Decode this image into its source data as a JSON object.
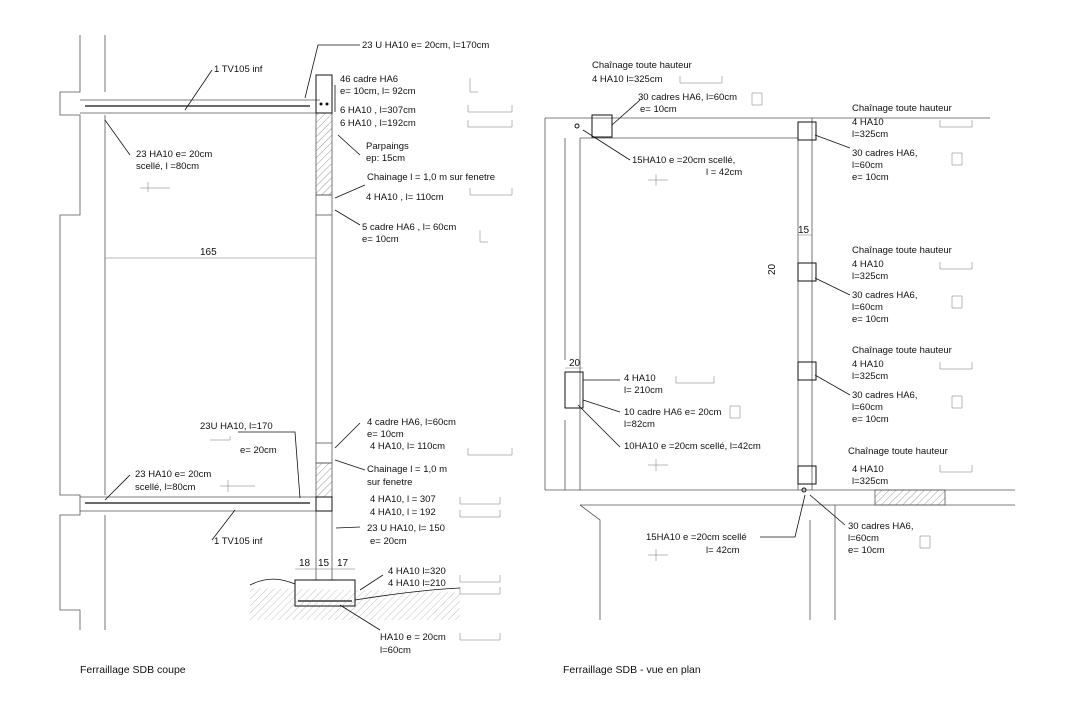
{
  "captions": {
    "left": "Ferraillage SDB coupe",
    "right": "Ferraillage SDB -  vue en plan"
  },
  "left": {
    "l1": "23 U HA10 e= 20cm, l=170cm",
    "l2": "1 TV105 inf",
    "l3a": "46 cadre HA6",
    "l3b": "e= 10cm, l= 92cm",
    "l4a": "6 HA10 , l=307cm",
    "l4b": "6 HA10 , l=192cm",
    "l5a": "23 HA10 e= 20cm",
    "l5b": "scellé, l =80cm",
    "l6a": "Parpaings",
    "l6b": "ep: 15cm",
    "l7": "Chainage l = 1,0 m sur fenetre",
    "l8": "4 HA10 , l= 110cm",
    "l9a": "5 cadre HA6 , l= 60cm",
    "l9b": "e= 10cm",
    "dim165": "165",
    "l10a": "4 cadre HA6, l=60cm",
    "l10b": "e= 10cm",
    "l11a": "23U HA10, l=170",
    "l11b": "e= 20cm",
    "l12": "4 HA10, l= 110cm",
    "l13a": "Chainage l = 1,0 m",
    "l13b": "sur fenetre",
    "l14a": "23 HA10 e= 20cm",
    "l14b": "scellé, l=80cm",
    "l15a": "4 HA10, l = 307",
    "l15b": "4 HA10, l = 192",
    "l16a": "23 U HA10, l= 150",
    "l16b": "e= 20cm",
    "l17": "1 TV105 inf",
    "d18": "18",
    "d15": "15",
    "d17": "17",
    "l18a": "4 HA10 l=320",
    "l18b": "4 HA10 l=210",
    "l19a": "HA10 e = 20cm",
    "l19b": "l=60cm"
  },
  "right": {
    "r1": "Chaînage toute hauteur",
    "r2": "4 HA10 l=325cm",
    "r3a": "30 cadres HA6, l=60cm",
    "r3b": "e= 10cm",
    "r4a": "15HA10 e =20cm scellé,",
    "r4b": "l = 42cm",
    "c1t": "Chaînage toute hauteur",
    "c1a": "4 HA10",
    "c1b": "l=325cm",
    "c1c": "30 cadres HA6,",
    "c1d": "l=60cm",
    "c1e": "e= 10cm",
    "dim15": "15",
    "dim20": "20",
    "c2t": "Chaînage toute hauteur",
    "c2a": "4 HA10",
    "c2b": "l=325cm",
    "c2c": "30 cadres HA6,",
    "c2d": "l=60cm",
    "c2e": "e= 10cm",
    "c3t": "Chaînage toute hauteur",
    "c3a": "4 HA10",
    "c3b": "l=325cm",
    "c3c": "30 cadres HA6,",
    "c3d": "l=60cm",
    "c3e": "e= 10cm",
    "c4t": "Chaînage toute hauteur",
    "c4a": "4 HA10",
    "c4b": "l=325cm",
    "c4c": "30 cadres HA6,",
    "c4d": "l=60cm",
    "c4e": "e= 10cm",
    "dim20b": "20",
    "w1a": "4 HA10",
    "w1b": "l= 210cm",
    "w2a": "10 cadre HA6 e= 20cm",
    "w2b": "l=82cm",
    "w3": "10HA10 e =20cm scellé, l=42cm",
    "b1a": "15HA10 e =20cm scellé",
    "b1b": "l= 42cm"
  }
}
